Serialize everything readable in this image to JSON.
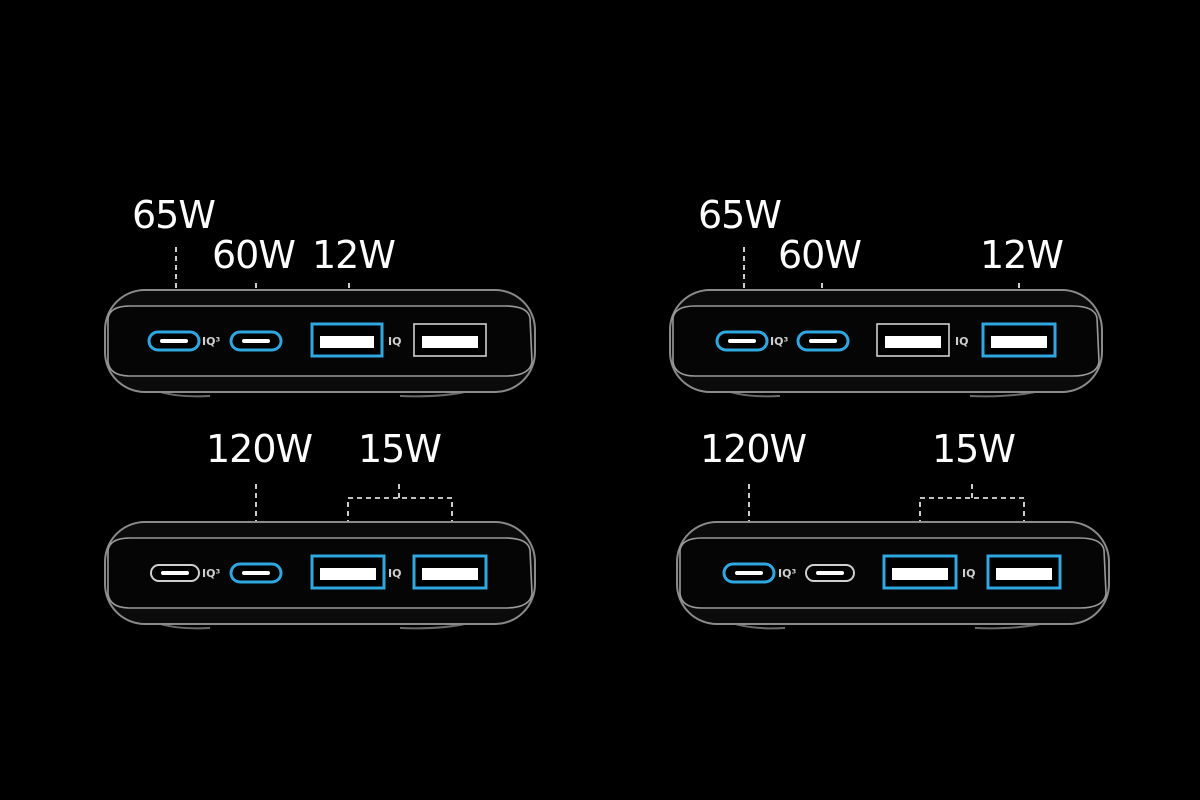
{
  "panels": [
    {
      "labels": {
        "usbc1": "65W",
        "usbc2": "60W",
        "usba": "12W"
      },
      "iq1": "IQ³",
      "iq2": "IQ"
    },
    {
      "labels": {
        "usbc1": "65W",
        "usbc2": "60W",
        "usba": "12W"
      },
      "iq1": "IQ³",
      "iq2": "IQ"
    },
    {
      "labels": {
        "usbc": "120W",
        "usba_both": "15W"
      },
      "iq1": "IQ³",
      "iq2": "IQ"
    },
    {
      "labels": {
        "usbc": "120W",
        "usba_both": "15W"
      },
      "iq1": "IQ³",
      "iq2": "IQ"
    }
  ],
  "colors": {
    "background": "#000000",
    "active_port": "#2fa7e0",
    "inactive_port": "#cfcfcf",
    "text": "#ffffff"
  }
}
